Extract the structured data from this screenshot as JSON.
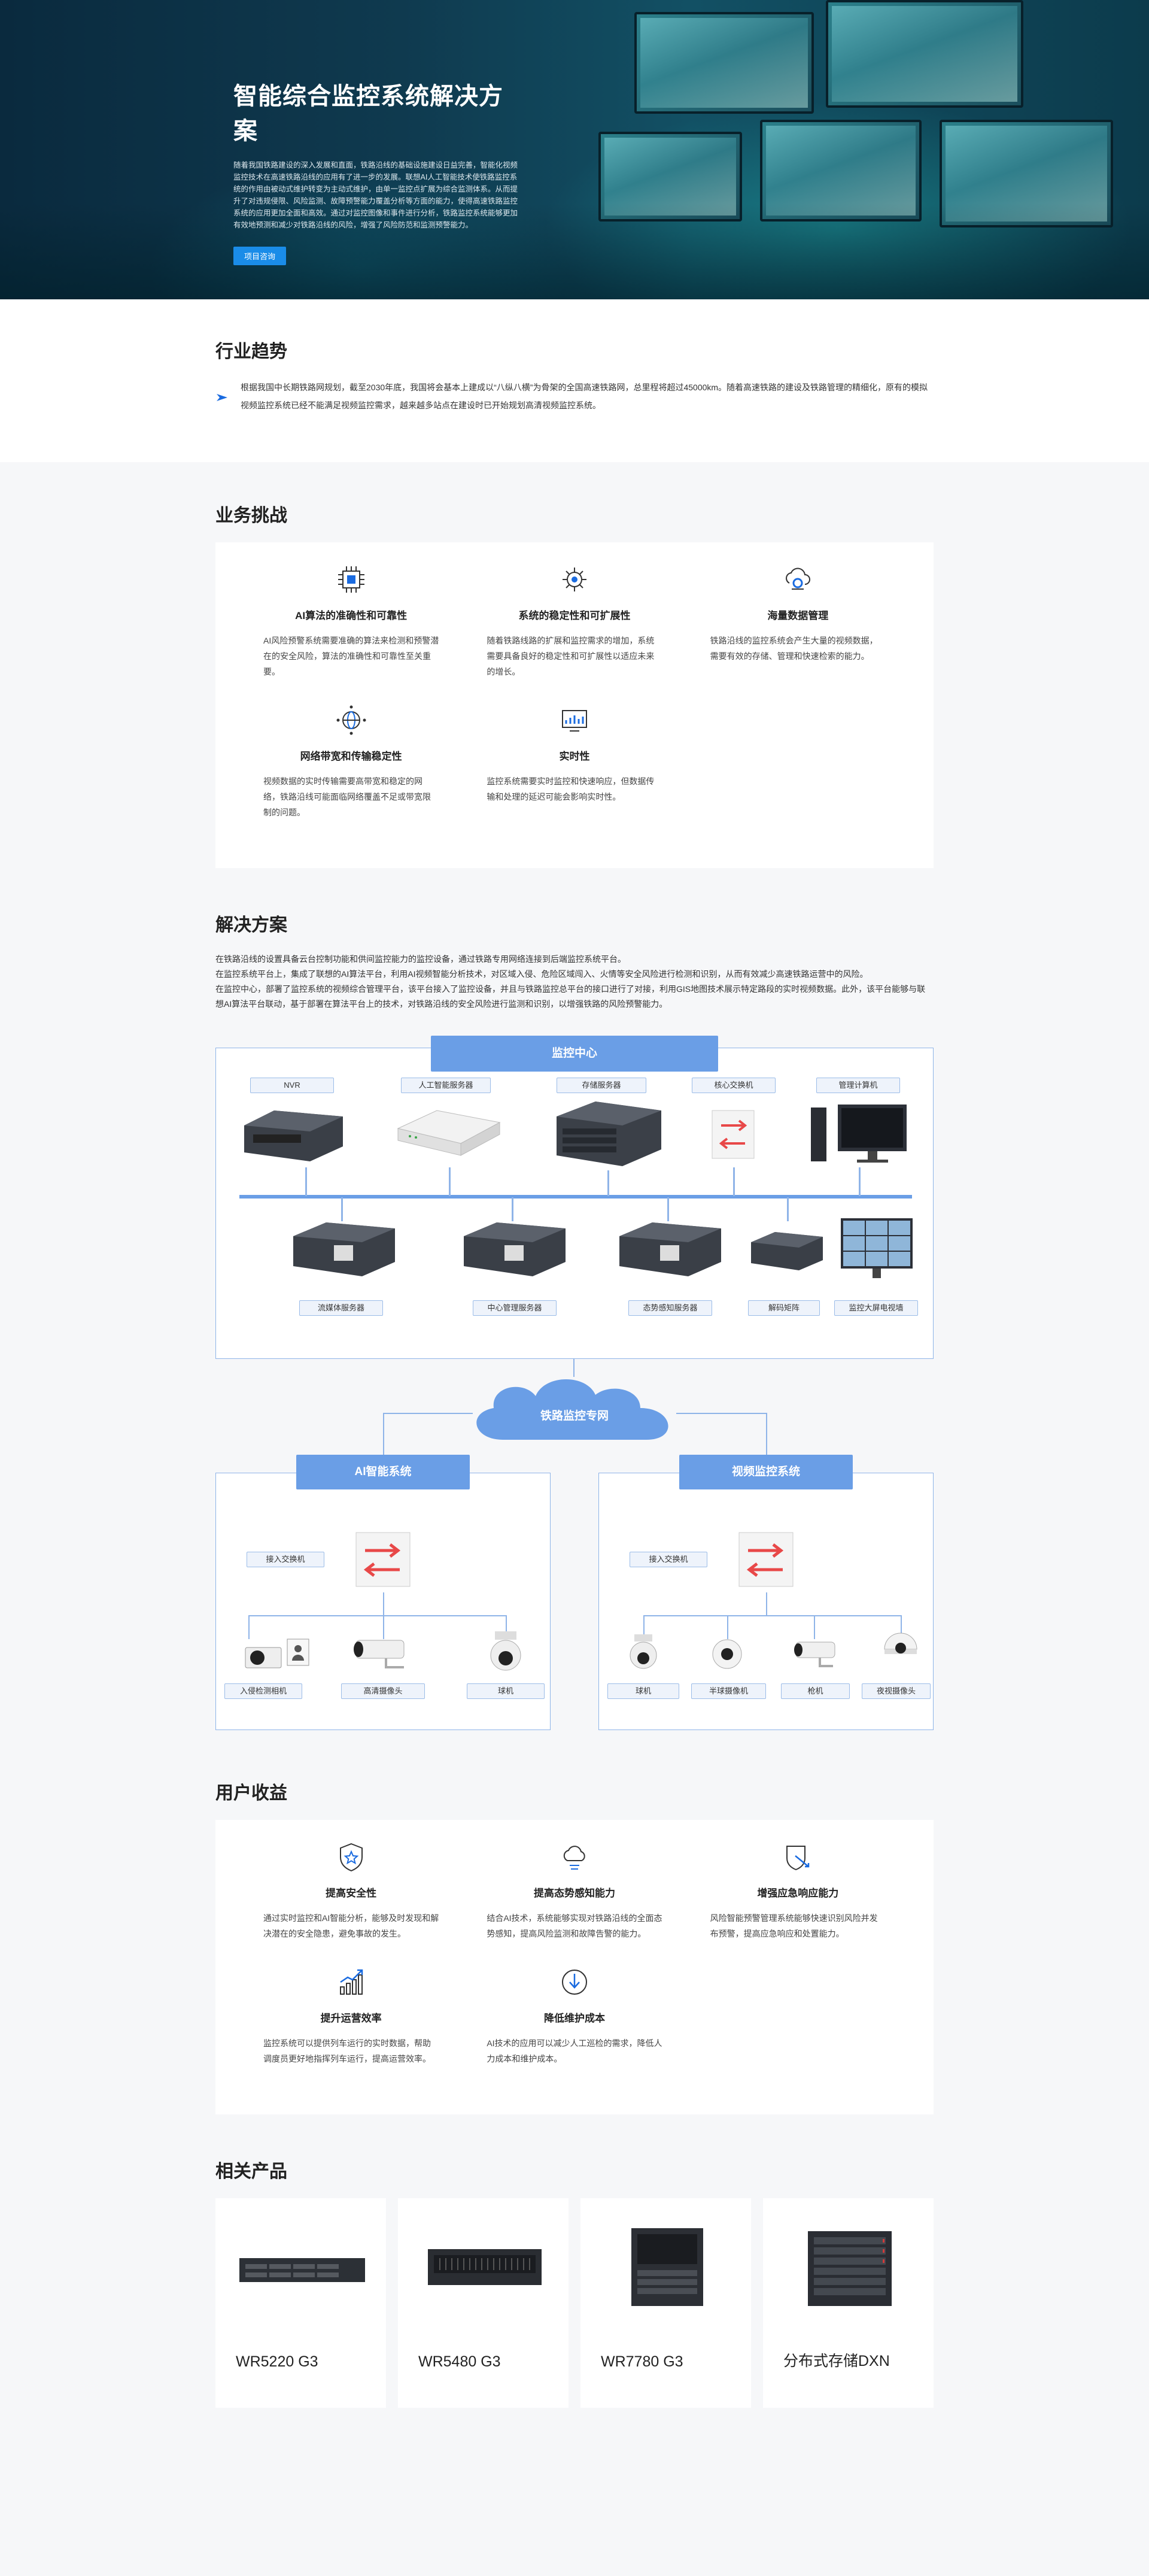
{
  "hero": {
    "title": "智能综合监控系统解决方案",
    "desc": "随着我国铁路建设的深入发展和直面，铁路沿线的基础设施建设日益完善，智能化视频监控技术在高速铁路沿线的应用有了进一步的发展。联想AI人工智能技术使铁路监控系统的作用由被动式维护转变为主动式维护，由单一监控点扩展为综合监测体系。从而提升了对违规侵限、风险监测、故障预警能力覆盖分析等方面的能力，使得高速铁路监控系统的应用更加全面和高效。通过对监控图像和事件进行分析，铁路监控系统能够更加有效地预测和减少对铁路沿线的风险，增强了风险防范和监测预警能力。",
    "button": "项目咨询"
  },
  "trend": {
    "title": "行业趋势",
    "text": "根据我国中长期铁路网规划，截至2030年底，我国将会基本上建成以“八纵八横”为骨架的全国高速铁路网，总里程将超过45000km。随着高速铁路的建设及铁路管理的精细化，原有的模拟视频监控系统已经不能满足视频监控需求，越来越多站点在建设时已开始规划高清视频监控系统。"
  },
  "challenge": {
    "title": "业务挑战",
    "items": [
      {
        "icon": "chip-icon",
        "title": "AI算法的准确性和可靠性",
        "text": "AI风险预警系统需要准确的算法来检测和预警潜在的安全风险，算法的准确性和可靠性至关重要。"
      },
      {
        "icon": "gear-network-icon",
        "title": "系统的稳定性和可扩展性",
        "text": "随着铁路线路的扩展和监控需求的增加，系统需要具备良好的稳定性和可扩展性以适应未来的增长。"
      },
      {
        "icon": "data-cloud-icon",
        "title": "海量数据管理",
        "text": "铁路沿线的监控系统会产生大量的视频数据，需要有效的存储、管理和快速检索的能力。"
      },
      {
        "icon": "globe-network-icon",
        "title": "网络带宽和传输稳定性",
        "text": "视频数据的实时传输需要高带宽和稳定的网络，铁路沿线可能面临网络覆盖不足或带宽限制的问题。"
      },
      {
        "icon": "realtime-chart-icon",
        "title": "实时性",
        "text": "监控系统需要实时监控和快速响应，但数据传输和处理的延迟可能会影响实时性。"
      }
    ]
  },
  "solution": {
    "title": "解决方案",
    "paragraphs": [
      "在铁路沿线的设置具备云台控制功能和供间监控能力的监控设备，通过铁路专用网络连接到后端监控系统平台。",
      "在监控系统平台上，集成了联想的AI算法平台，利用AI视频智能分析技术，对区域入侵、危险区域闯入、火情等安全风险进行检测和识别，从而有效减少高速铁路运营中的风险。",
      "在监控中心，部署了监控系统的视频综合管理平台，该平台接入了监控设备，并且与铁路监控总平台的接口进行了对接，利用GIS地图技术展示特定路段的实时视频数据。此外，该平台能够与联想AI算法平台联动，基于部署在算法平台上的技术，对铁路沿线的安全风险进行监测和识别，以增强铁路的风险预警能力。"
    ],
    "diagram": {
      "center_title": "监控中心",
      "top_devices": [
        "NVR",
        "人工智能服务器",
        "存储服务器",
        "核心交换机",
        "管理计算机"
      ],
      "bottom_devices": [
        "流媒体服务器",
        "中心管理服务器",
        "态势感知服务器",
        "解码矩阵",
        "监控大屏电视墙"
      ],
      "cloud_label": "铁路监控专网",
      "left_title": "AI智能系统",
      "right_title": "视频监控系统",
      "left_switch": "接入交换机",
      "right_switch": "接入交换机",
      "left_cams": [
        "入侵检测相机",
        "高清摄像头",
        "球机"
      ],
      "right_cams": [
        "球机",
        "半球摄像机",
        "枪机",
        "夜视摄像头"
      ]
    }
  },
  "benefit": {
    "title": "用户收益",
    "items": [
      {
        "icon": "shield-star-icon",
        "title": "提高安全性",
        "text": "通过实时监控和AI智能分析，能够及时发现和解决潜在的安全隐患，避免事故的发生。"
      },
      {
        "icon": "cloud-awareness-icon",
        "title": "提高态势感知能力",
        "text": "结合AI技术，系统能够实现对铁路沿线的全面态势感知，提高风险监测和故障告警的能力。"
      },
      {
        "icon": "shield-arrow-icon",
        "title": "增强应急响应能力",
        "text": "风险智能预警管理系统能够快速识别风险并发布预警，提高应急响应和处置能力。"
      },
      {
        "icon": "growth-chart-icon",
        "title": "提升运营效率",
        "text": "监控系统可以提供列车运行的实时数据，帮助调度员更好地指挥列车运行，提高运营效率。"
      },
      {
        "icon": "down-arrow-circle-icon",
        "title": "降低维护成本",
        "text": "AI技术的应用可以减少人工巡检的需求，降低人力成本和维护成本。"
      }
    ]
  },
  "products": {
    "title": "相关产品",
    "items": [
      "WR5220 G3",
      "WR5480 G3",
      "WR7780 G3",
      "分布式存储DXN"
    ]
  }
}
